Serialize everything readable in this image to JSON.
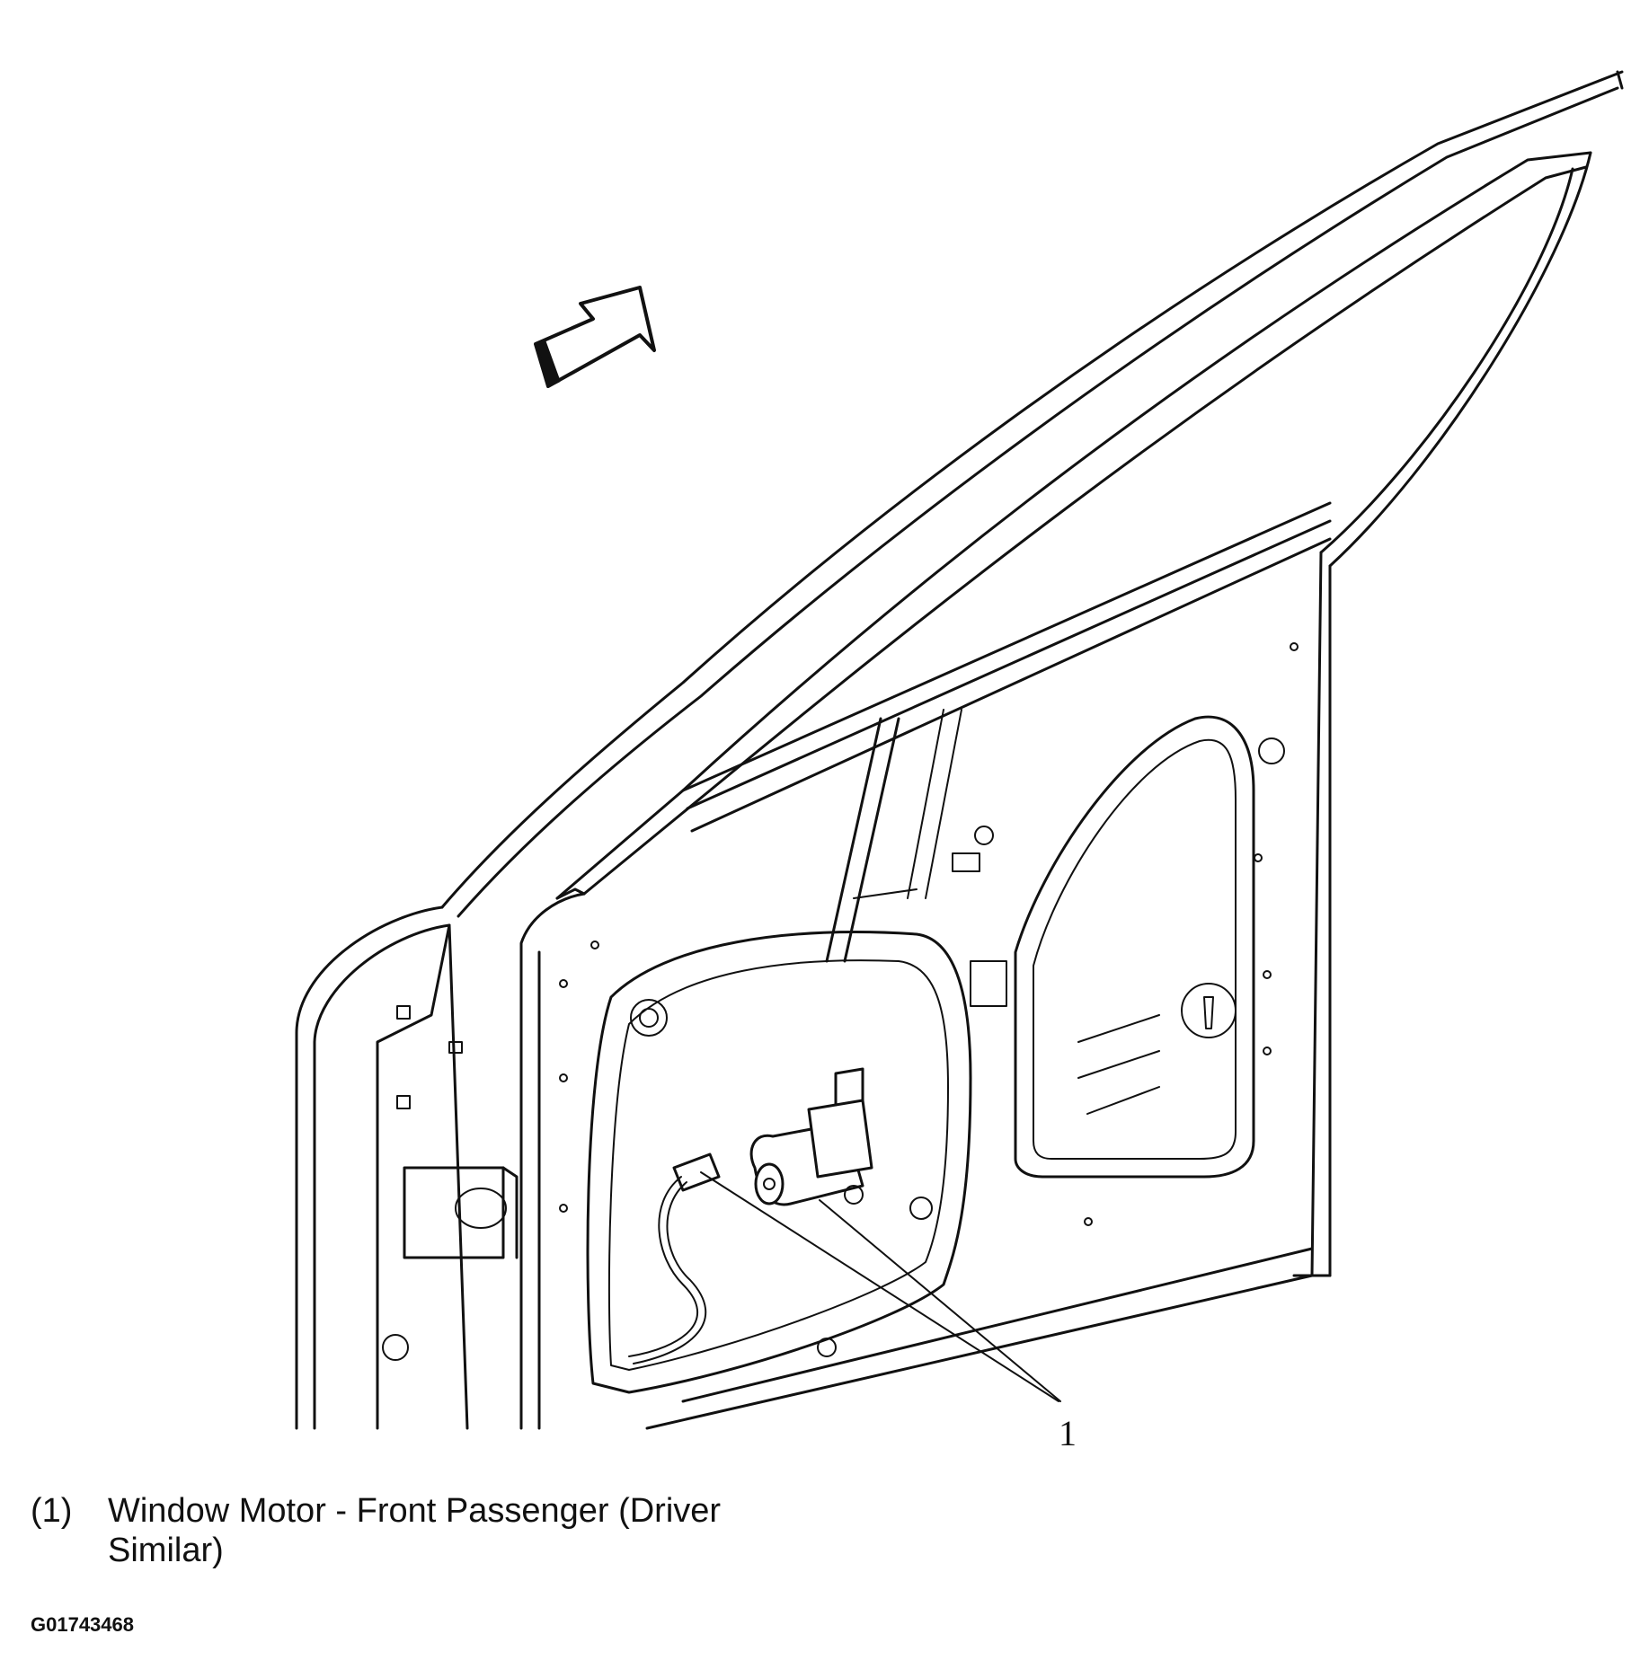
{
  "diagram": {
    "callout": "1",
    "legend": {
      "number": "(1)",
      "line1": "Window Motor - Front Passenger (Driver",
      "line2": "Similar)"
    },
    "figure_id": "G01743468"
  }
}
